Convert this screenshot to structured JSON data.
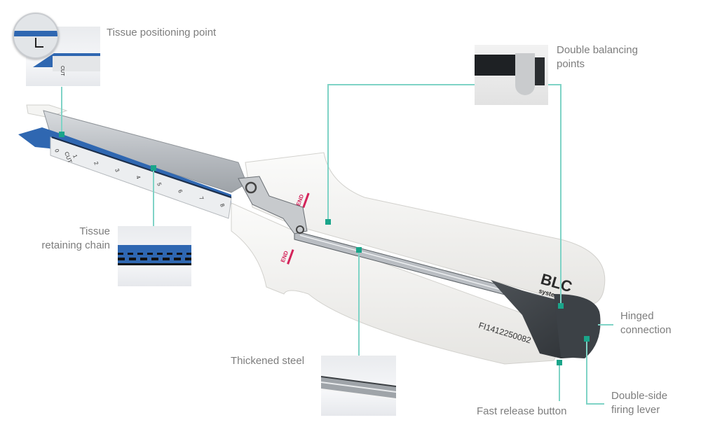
{
  "diagram": {
    "subject": "Linear cutting stapler (BLC system)",
    "accent_color": "#1aa58a",
    "leader_color": "#7fd3c6",
    "label_color": "#7d7d7d",
    "callouts": [
      {
        "id": "tissue-positioning-point",
        "label": "Tissue positioning point"
      },
      {
        "id": "double-balancing-points",
        "label": "Double balancing\npoints"
      },
      {
        "id": "tissue-retaining-chain",
        "label": "Tissue\nretaining chain"
      },
      {
        "id": "thickened-steel",
        "label": "Thickened steel"
      },
      {
        "id": "hinged-connection",
        "label": "Hinged\nconnection"
      },
      {
        "id": "double-side-firing-lever",
        "label": "Double-side\nfiring lever"
      },
      {
        "id": "fast-release-button",
        "label": "Fast release button"
      }
    ],
    "device_markings": {
      "brand": "BLC",
      "brand_sub": "system",
      "serial": "FI1412250082",
      "end_mark": "END",
      "scale_ticks": [
        "0",
        "CUT",
        "1",
        "2",
        "3",
        "4",
        "5",
        "6",
        "7",
        "8"
      ]
    }
  }
}
